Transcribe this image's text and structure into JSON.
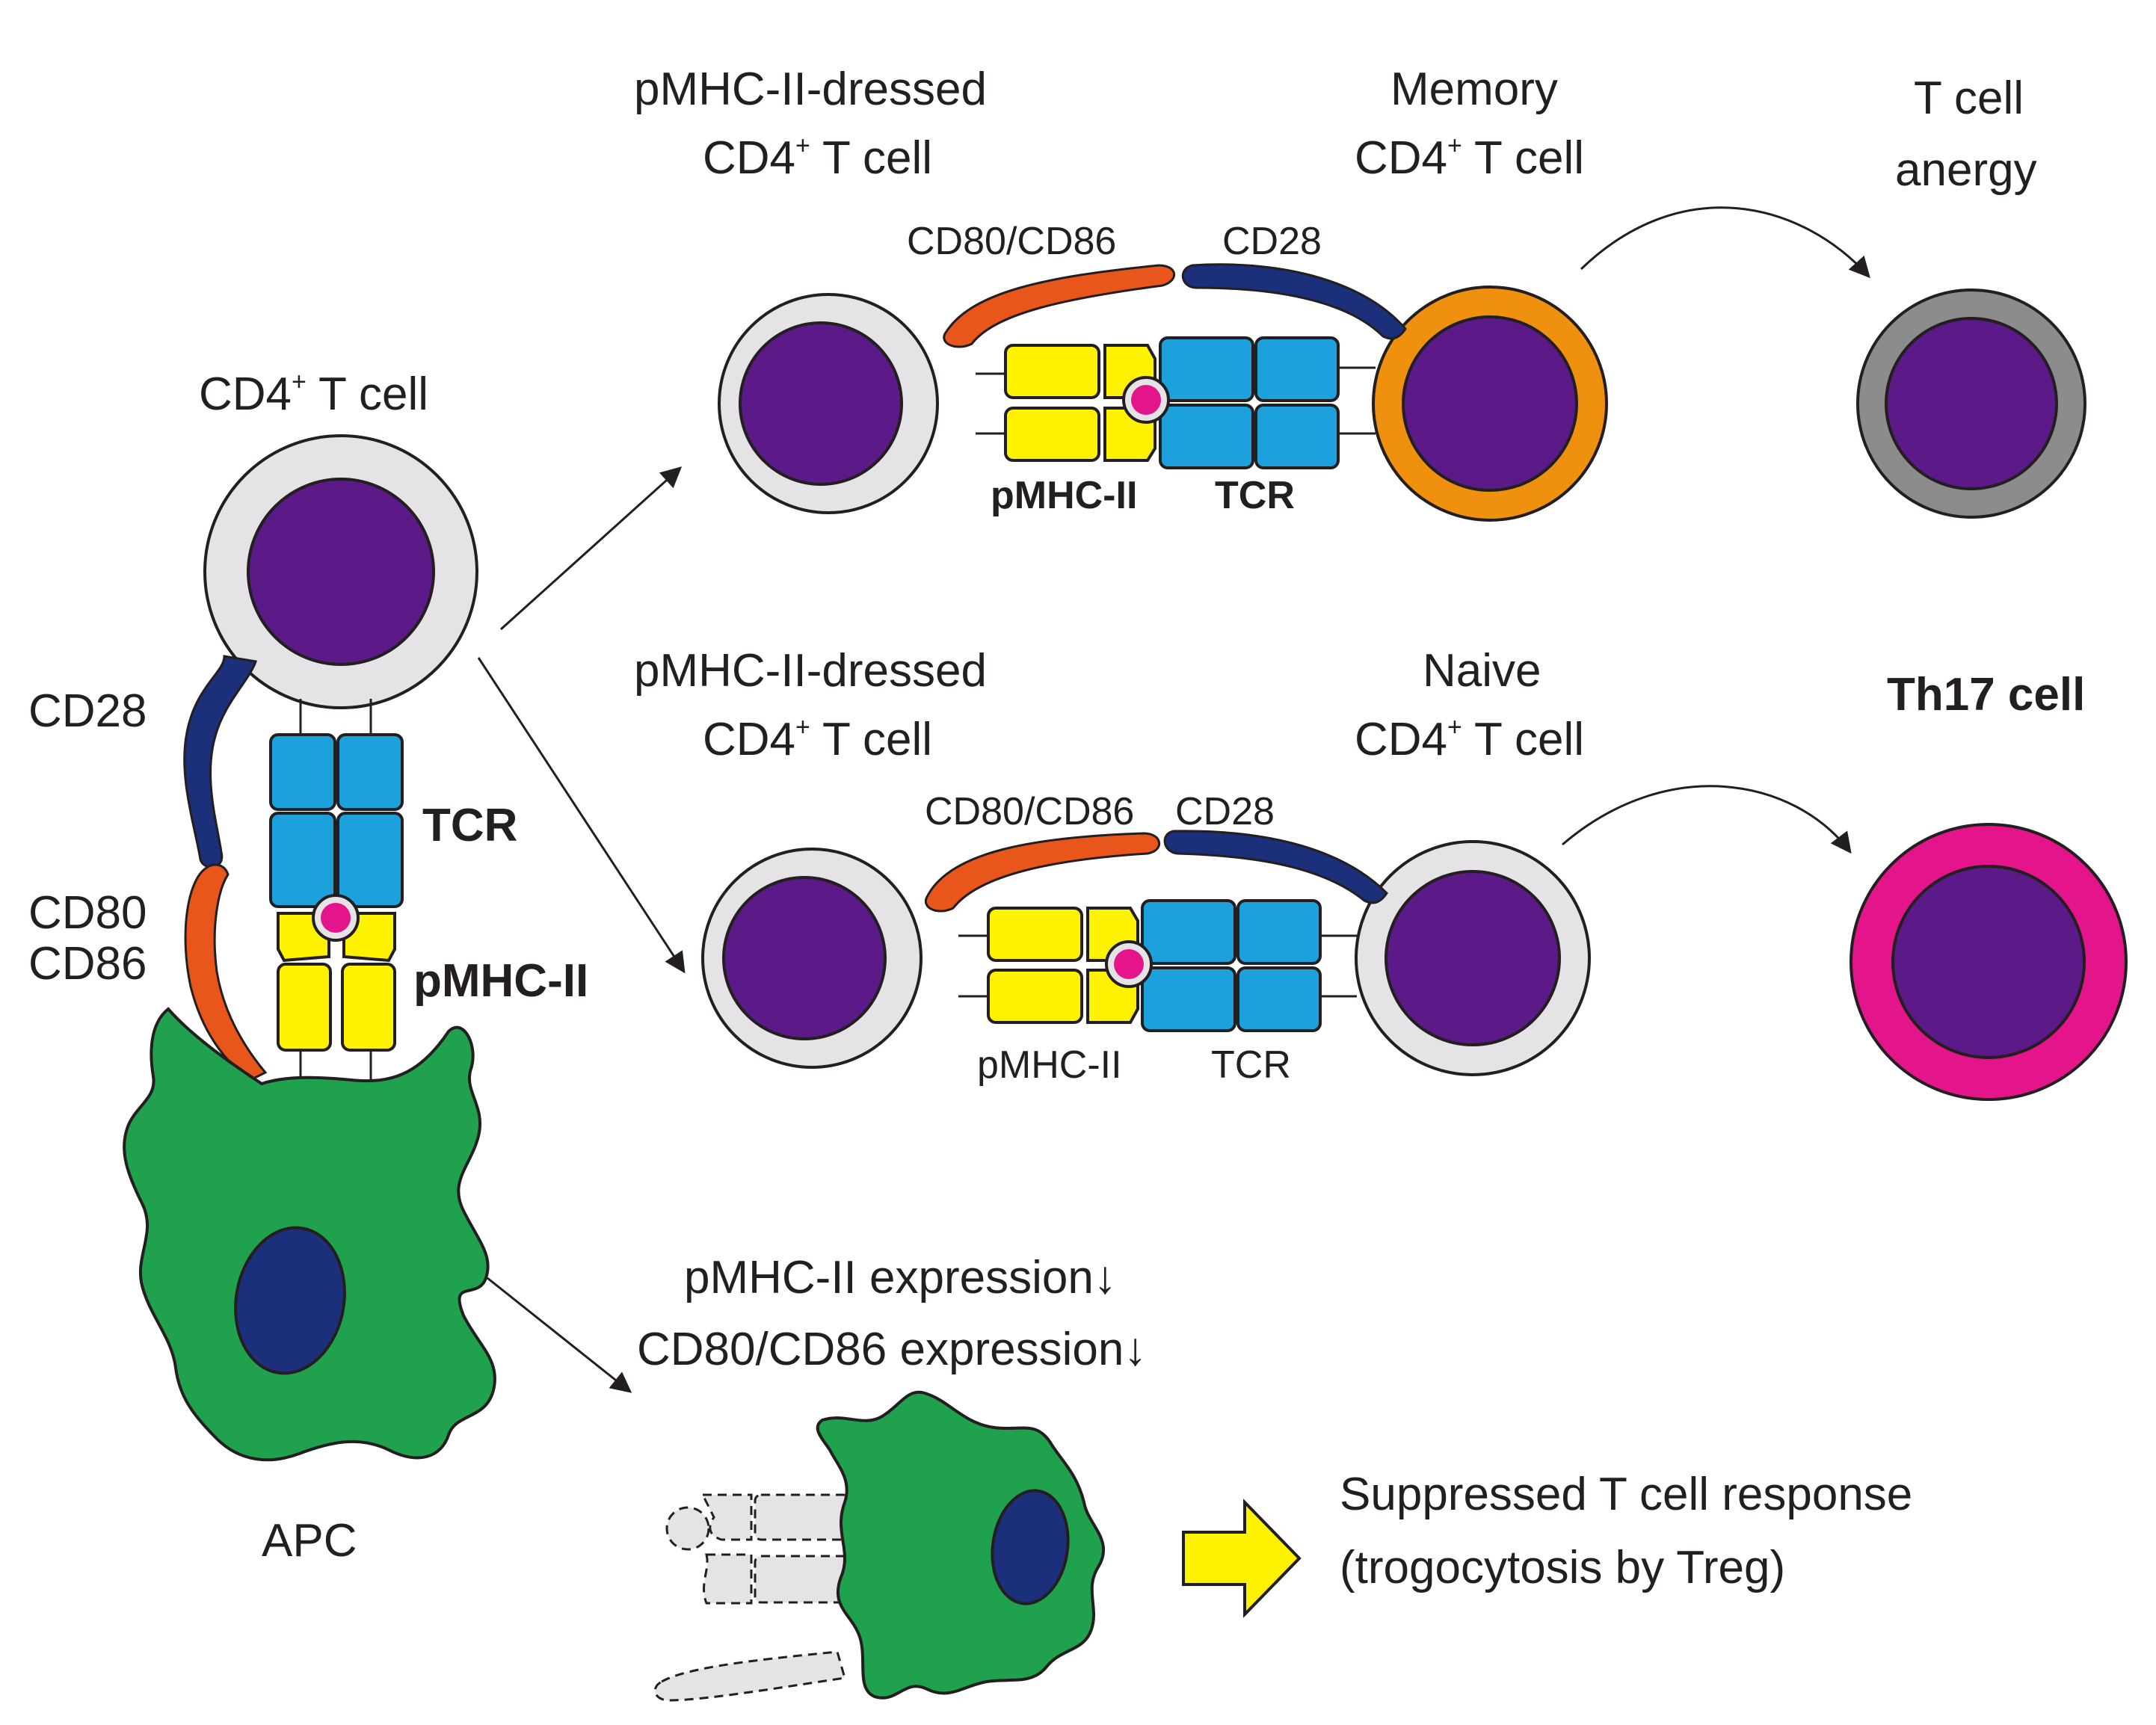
{
  "labels": {
    "cd4_t_cell": "CD4",
    "t_cell_suffix": " T cell",
    "plus": "+",
    "cd28_left": "CD28",
    "cd80_left": "CD80",
    "cd86_left": "CD86",
    "tcr_left": "TCR",
    "pmhc_left": "pMHC-II",
    "apc": "APC",
    "dressed_line1": "pMHC-II-dressed",
    "memory_line1": "Memory",
    "naive_line1": "Naive",
    "anergy_line1": "T cell",
    "anergy_line2": "anergy",
    "th17": "Th17 cell",
    "cd80_cd86": "CD80/CD86",
    "cd28": "CD28",
    "pmhc": "pMHC-II",
    "tcr": "TCR",
    "pmhc_expr": "pMHC-II expression↓",
    "cd80_expr": "CD80/CD86 expression↓",
    "suppressed_line1": "Suppressed T cell response",
    "suppressed_line2": "(trogocytosis by Treg)"
  },
  "colors": {
    "nucleus": "#5b1a87",
    "cell_gray": "#e6e3e6",
    "memory_orange": "#f0900f",
    "anergy_gray": "#8c8c8c",
    "th17_magenta": "#e4148b",
    "apc_green": "#1fa14d",
    "apc_nucleus": "#1b2f7a",
    "tcr_blue": "#1ca1dd",
    "pmhc_yellow": "#fff200",
    "cd28_navy": "#1b2f7a",
    "cd80_orange": "#e8561c",
    "peptide": "#e4148b",
    "arrow_yellow": "#fff200"
  },
  "icons": {
    "cell": "cell-icon",
    "apc": "apc-cell-icon",
    "arrow": "arrow-icon"
  }
}
